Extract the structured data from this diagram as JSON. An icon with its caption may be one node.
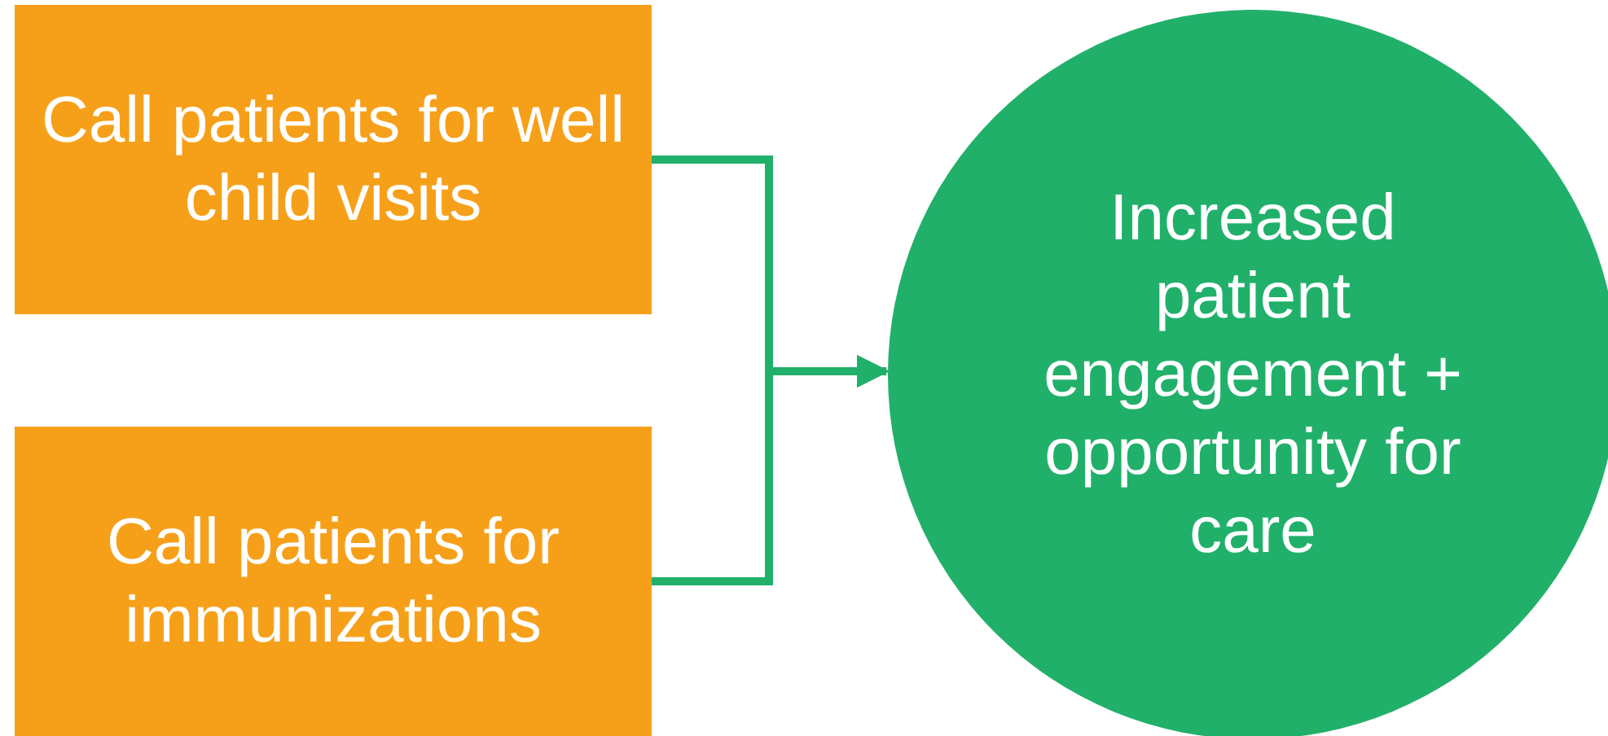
{
  "diagram": {
    "nodes": [
      {
        "text": [
          "Call patients for well child visits"
        ]
      },
      {
        "text": [
          "Call patients for immunizations"
        ]
      },
      {
        "text": [
          "Increased patient engagement + opportunity for care"
        ]
      }
    ],
    "edges": [
      {
        "from": 0,
        "to": 2,
        "arrow": "to"
      },
      {
        "from": 1,
        "to": 2,
        "arrow": "to"
      }
    ]
  }
}
